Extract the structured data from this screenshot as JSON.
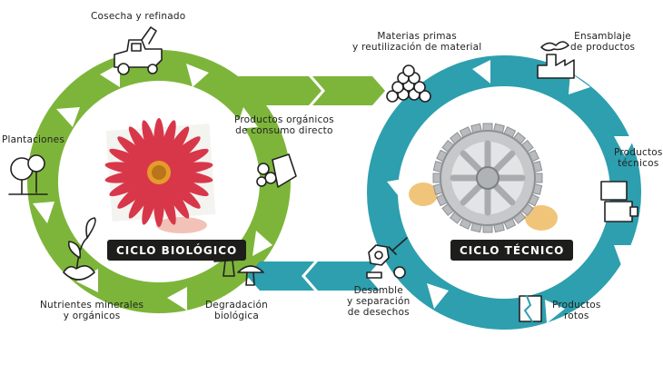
{
  "biological_cycle": {
    "title": "CICLO BIOLÓGICO",
    "stages": {
      "harvest": "Cosecha y refinado",
      "plantations": "Plantaciones",
      "organic_products": [
        "Productos orgánicos",
        "de consumo directo"
      ],
      "nutrients": [
        "Nutrientes minerales",
        "y orgánicos"
      ],
      "degradation": [
        "Degradación",
        "biológica"
      ]
    }
  },
  "technical_cycle": {
    "title": "CICLO TÉCNICO",
    "stages": {
      "raw_materials": [
        "Materias primas",
        "y reutilización de material"
      ],
      "assembly": [
        "Ensamblaje",
        "de productos"
      ],
      "technical_products": [
        "Productos",
        "técnicos"
      ],
      "broken_products": [
        "Productos",
        "rotos"
      ],
      "disassembly": [
        "Desamble",
        "y separación",
        "de desechos"
      ]
    }
  },
  "colors": {
    "biological": "#7db53a",
    "technical": "#2d9fae",
    "flower": "#d8374a",
    "tag_bg": "#1d1d1b"
  },
  "icons": [
    "harvester-icon",
    "trees-icon",
    "fruit-basket-icon",
    "sprout-icon",
    "mushrooms-icon",
    "flower-image",
    "pellets-icon",
    "factory-icon",
    "boxes-icon",
    "broken-box-icon",
    "nuts-bolts-icon",
    "gear-image"
  ]
}
